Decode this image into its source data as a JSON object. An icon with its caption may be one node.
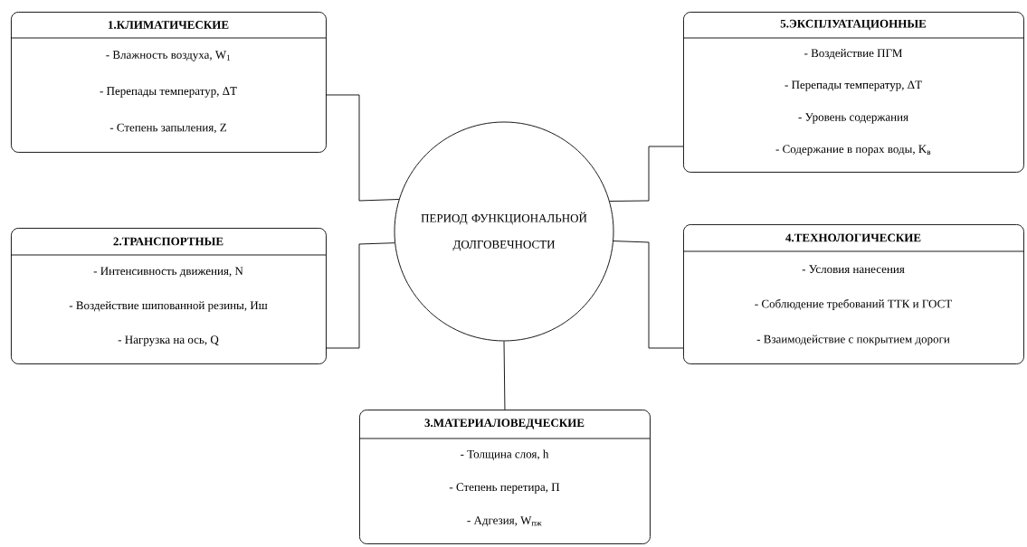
{
  "diagram": {
    "nodes": [
      {
        "text": [
          "1.КЛИМАТИЧЕСКИЕ",
          "- Влажность воздуха, W$_{1}$",
          "- Перепады температур, ΔT",
          "- Степень запыления, Z"
        ]
      },
      {
        "text": [
          "5.ЭКСПЛУАТАЦИОННЫЕ",
          "- Воздействие ПГМ",
          "- Перепады температур, ΔT",
          "- Уровень содержания",
          "- Содержание в порах воды, K$_{в}$"
        ]
      },
      {
        "text": [
          "ПЕРИОД ФУНКЦИОНАЛЬНОЙ ДОЛГОВЕЧНОСТИ"
        ]
      },
      {
        "text": [
          "2.ТРАНСПОРТНЫЕ",
          "- Интенсивность движения, N",
          "- Воздействие шипованной резины, Иш",
          "- Нагрузка на ось, Q"
        ]
      },
      {
        "text": [
          "4.ТЕХНОЛОГИЧЕСКИЕ",
          "- Условия нанесения",
          "- Соблюдение требований ТТК и ГОСТ",
          "- Взаимодействие с покрытием дороги"
        ]
      },
      {
        "text": [
          "3.МАТЕРИАЛОВЕДЧЕСКИЕ",
          "- Толщина слоя, h",
          "- Степень перетира, П",
          "- Адгезия, W$_{пж}$"
        ]
      }
    ],
    "edges": [
      {
        "from": 2,
        "to": 0,
        "arrow": "none"
      },
      {
        "from": 2,
        "to": 1,
        "arrow": "none"
      },
      {
        "from": 2,
        "to": 3,
        "arrow": "none"
      },
      {
        "from": 2,
        "to": 4,
        "arrow": "none"
      },
      {
        "from": 2,
        "to": 5,
        "arrow": "none"
      }
    ]
  }
}
